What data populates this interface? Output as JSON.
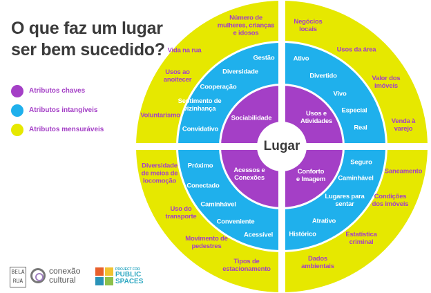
{
  "title": [
    "O que faz um lugar",
    "ser bem sucedido?"
  ],
  "legend": [
    {
      "label": "Atributos chaves",
      "color": "#a43fc6"
    },
    {
      "label": "Atributos intangíveis",
      "color": "#1fb0ec"
    },
    {
      "label": "Atributos mensuráveis",
      "color": "#e6e800"
    }
  ],
  "center": "Lugar",
  "colors": {
    "purple": "#a43fc6",
    "blue": "#1fb0ec",
    "yellow": "#e6e800"
  },
  "quadrants": [
    {
      "key": "Sociabilidade",
      "intangible": [
        "Gestão",
        "Diversidade",
        "Cooperação",
        "Sentimento de\nvizinhança",
        "Convidativo"
      ],
      "measurable": [
        "Número de\nmulheres, crianças\ne idosos",
        "Vida na rua",
        "Usos ao\nanoitecer",
        "Voluntarismo"
      ]
    },
    {
      "key": "Usos e\nAtividades",
      "intangible": [
        "Ativo",
        "Divertido",
        "Vivo",
        "Especial",
        "Real"
      ],
      "measurable": [
        "Negócios\nlocais",
        "Usos da área",
        "Valor dos\nimóveis",
        "Venda à\nvarejo"
      ]
    },
    {
      "key": "Acessos e\nConexões",
      "intangible": [
        "Próximo",
        "Conectado",
        "Caminhável",
        "Conveniente",
        "Acessível"
      ],
      "measurable": [
        "Diversidade\nde meios de\nlocomoção",
        "Uso do\ntransporte",
        "Movimento de\npedestres",
        "Tipos de\nestacionamento"
      ]
    },
    {
      "key": "Conforto\ne Imagem",
      "intangible": [
        "Seguro",
        "Caminhável",
        "Lugares para\nsentar",
        "Atrativo",
        "Histórico"
      ],
      "measurable": [
        "Saneamento",
        "Condições\ndos imóveis",
        "Estatística\ncriminal",
        "Dados\nambientais"
      ]
    }
  ],
  "logos": {
    "bela_rua": "BELA RUA",
    "conexao": [
      "conexão",
      "cultural"
    ],
    "pps": [
      "PROJECT FOR",
      "PUBLIC",
      "SPACES"
    ]
  }
}
